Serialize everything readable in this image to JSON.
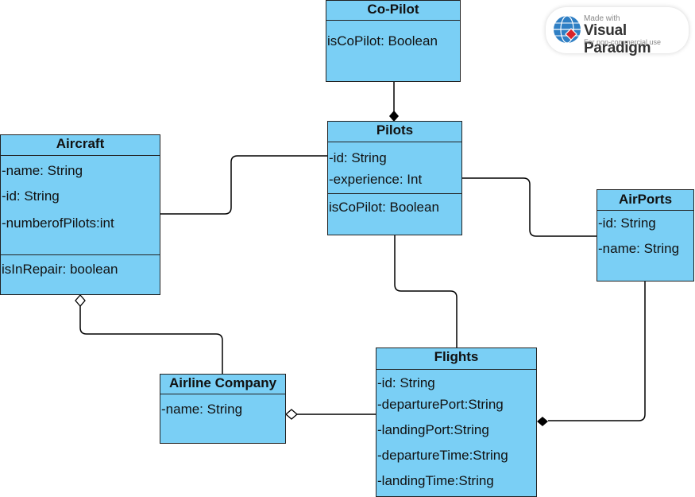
{
  "badge": {
    "line1": "Made with",
    "line2": "Visual Paradigm",
    "line3": "For non-commercial use"
  },
  "classes": {
    "copilot": {
      "name": "Co-Pilot",
      "attributes": [],
      "operations": [
        "isCoPilot: Boolean"
      ]
    },
    "pilots": {
      "name": "Pilots",
      "attributes": [
        "-id: String",
        "-experience: Int"
      ],
      "operations": [
        "isCoPilot: Boolean"
      ]
    },
    "aircraft": {
      "name": "Aircraft",
      "attributes": [
        "-name: String",
        "-id: String",
        "-numberofPilots:int"
      ],
      "operations": [
        "isInRepair: boolean"
      ]
    },
    "airports": {
      "name": "AirPorts",
      "attributes": [
        "-id: String",
        "-name: String"
      ],
      "operations": []
    },
    "airline": {
      "name": "Airline Company",
      "attributes": [
        "-name: String"
      ],
      "operations": []
    },
    "flights": {
      "name": "Flights",
      "attributes": [
        "-id: String",
        "-departurePort:String",
        "-landingPort:String",
        "-departureTime:String",
        "-landingTime:String"
      ],
      "operations": []
    }
  },
  "colors": {
    "class_fill": "#7acff5",
    "border": "#222222",
    "line": "#000000"
  },
  "relations": [
    {
      "from": "Co-Pilot",
      "to": "Pilots",
      "type": "composition"
    },
    {
      "from": "Aircraft",
      "to": "Pilots",
      "type": "association"
    },
    {
      "from": "Pilots",
      "to": "AirPorts",
      "type": "association"
    },
    {
      "from": "Pilots",
      "to": "Flights",
      "type": "association"
    },
    {
      "from": "Airline Company",
      "to": "Aircraft",
      "type": "aggregation"
    },
    {
      "from": "Flights",
      "to": "Airline Company",
      "type": "aggregation"
    },
    {
      "from": "AirPorts",
      "to": "Flights",
      "type": "composition"
    }
  ]
}
